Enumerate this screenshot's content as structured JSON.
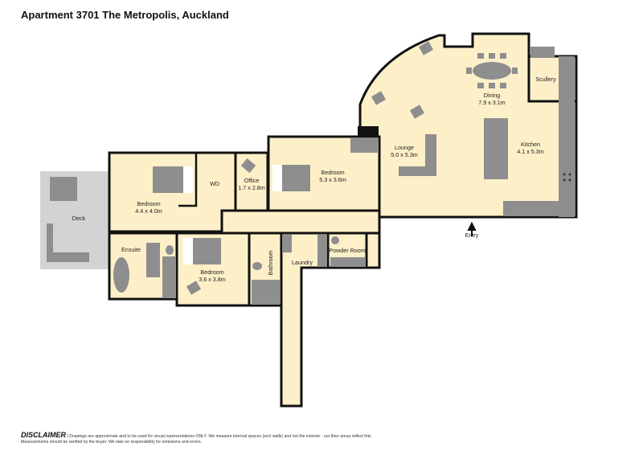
{
  "title": "Apartment 3701 The Metropolis, Auckland",
  "colors": {
    "room_fill": "#fdf0c8",
    "wall": "#111111",
    "fixture": "#8e8e8e",
    "deck": "#d3d3d3"
  },
  "rooms": [
    {
      "id": "dining",
      "name": "Dining",
      "size": "7.9 x 3.1m"
    },
    {
      "id": "scullery",
      "name": "Scullery",
      "size": ""
    },
    {
      "id": "kitchen",
      "name": "Kitchen",
      "size": "4.1 x 5.3m"
    },
    {
      "id": "lounge",
      "name": "Lounge",
      "size": "5.0 x 5.3m"
    },
    {
      "id": "bedroom1",
      "name": "Bedroom",
      "size": "5.3 x 3.6m"
    },
    {
      "id": "office",
      "name": "Office",
      "size": "1.7 x 2.8m"
    },
    {
      "id": "wd",
      "name": "WD",
      "size": ""
    },
    {
      "id": "bedroom2",
      "name": "Bedroom",
      "size": "4.4 x 4.0m"
    },
    {
      "id": "deck",
      "name": "Deck",
      "size": ""
    },
    {
      "id": "ensuite",
      "name": "Ensuite",
      "size": ""
    },
    {
      "id": "bedroom3",
      "name": "Bedroom",
      "size": "3.6 x 3.8m"
    },
    {
      "id": "bathroom",
      "name": "Bathroom",
      "size": ""
    },
    {
      "id": "laundry",
      "name": "Laundry",
      "size": ""
    },
    {
      "id": "powder",
      "name": "Powder Room",
      "size": ""
    }
  ],
  "entry_label": "Entry",
  "disclaimer": {
    "heading": "DISCLAIMER",
    "text": "| Drawings are approximate and to be used for visual representations ONLY. We measure internal spaces (excl walls) and not the exterior - our floor areas reflect this. Measurements should be verified by the buyer. We take no responsibility for omissions and errors."
  }
}
